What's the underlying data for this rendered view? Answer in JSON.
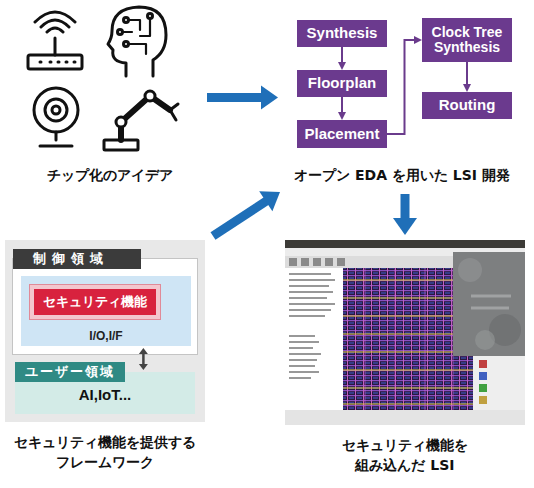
{
  "diagram": {
    "nodes": [
      {
        "text": [
          "チップ化のアイデア"
        ]
      },
      {
        "text": [
          "オープン EDA を用いた LSI 開発"
        ]
      },
      {
        "text": [
          "Synthesis"
        ],
        "in": 1
      },
      {
        "text": [
          "Floorplan"
        ],
        "in": 1
      },
      {
        "text": [
          "Placement"
        ],
        "in": 1
      },
      {
        "text": [
          "Clock Tree Synthesis"
        ],
        "in": 1
      },
      {
        "text": [
          "Routing"
        ],
        "in": 1
      },
      {
        "text": [
          "セキュリティ機能を提供する フレームワーク"
        ]
      },
      {
        "text": [
          "制御領域"
        ],
        "in": 7
      },
      {
        "text": [
          "I/O,I/F"
        ],
        "in": 8
      },
      {
        "text": [
          "セキュリティ機能"
        ],
        "in": 9
      },
      {
        "text": [
          "ユーザー領域",
          "AI,IoT..."
        ],
        "in": 7
      },
      {
        "text": [
          "セキュリティ機能を 組み込んだ LSI"
        ]
      }
    ],
    "edges": [
      {
        "from": 0,
        "to": 1,
        "arrow": "to"
      },
      {
        "from": 7,
        "to": 1,
        "arrow": "to"
      },
      {
        "from": 1,
        "to": 12,
        "arrow": "to"
      },
      {
        "from": 2,
        "to": 3,
        "arrow": "to"
      },
      {
        "from": 3,
        "to": 4,
        "arrow": "to"
      },
      {
        "from": 4,
        "to": 5,
        "arrow": "to"
      },
      {
        "from": 5,
        "to": 6,
        "arrow": "to"
      },
      {
        "from": 9,
        "to": 11,
        "arrow": "both"
      }
    ]
  }
}
